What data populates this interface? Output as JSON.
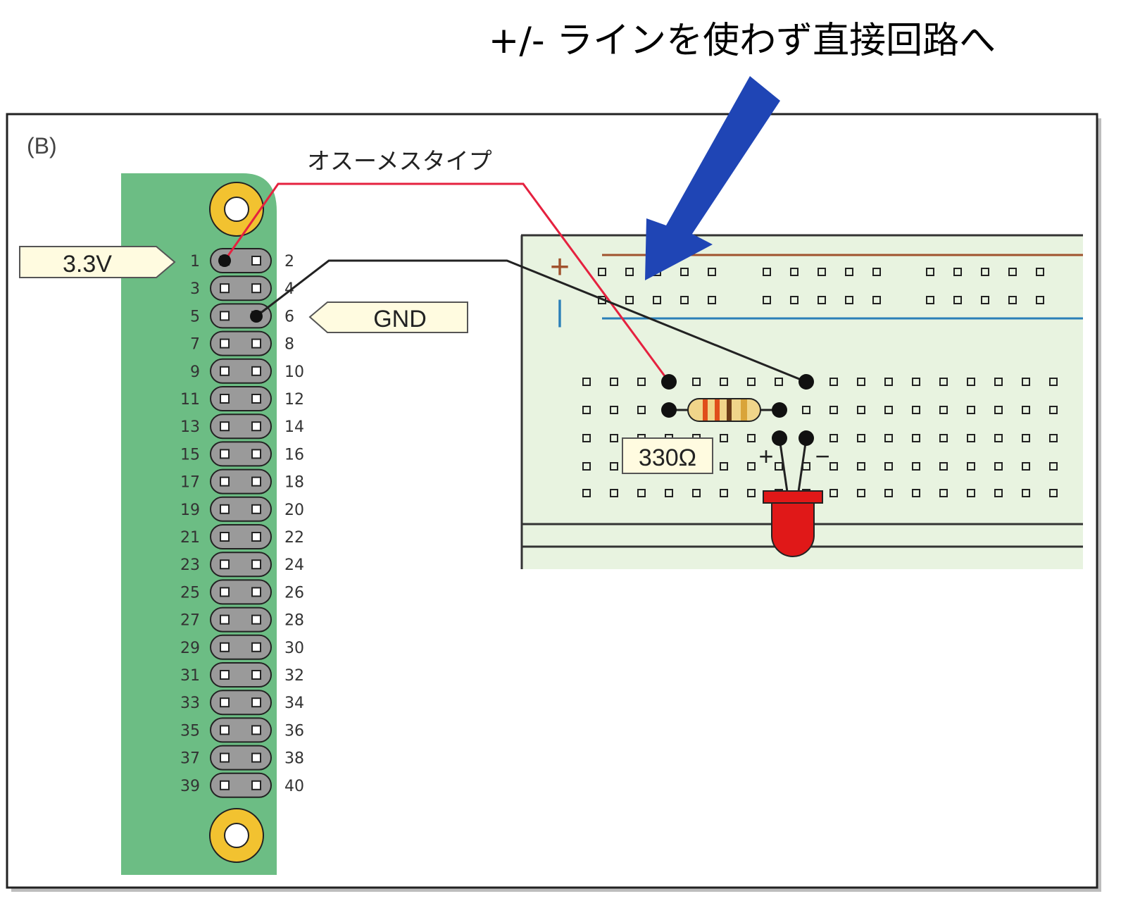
{
  "headline": "+/- ラインを使わず直接回路へ",
  "figure_label": "(B)",
  "wire_label": "オスーメスタイプ",
  "voltage_label": "3.3V",
  "gnd_label": "GND",
  "resistor_label": "330Ω",
  "rail_plus_symbol": "+",
  "rail_minus_symbol": "|",
  "led_plus_symbol": "+",
  "led_minus_symbol": "−",
  "pins_left": [
    "1",
    "3",
    "5",
    "7",
    "9",
    "11",
    "13",
    "15",
    "17",
    "19",
    "21",
    "23",
    "25",
    "27",
    "29",
    "31",
    "33",
    "35",
    "37",
    "39"
  ],
  "pins_right": [
    "2",
    "4",
    "6",
    "8",
    "10",
    "12",
    "14",
    "16",
    "18",
    "20",
    "22",
    "24",
    "26",
    "28",
    "30",
    "32",
    "34",
    "36",
    "38",
    "40"
  ],
  "colors": {
    "board_green": "#6cbd84",
    "mount_hole": "#f2c230",
    "breadboard": "#e8f3e0",
    "wire_red": "#e5213f",
    "wire_black": "#222222",
    "arrow_blue": "#1f45b5",
    "rail_red": "#a0522d",
    "rail_blue": "#2a7fb8",
    "led_red": "#e01818",
    "label_bg": "#fffbe0"
  }
}
